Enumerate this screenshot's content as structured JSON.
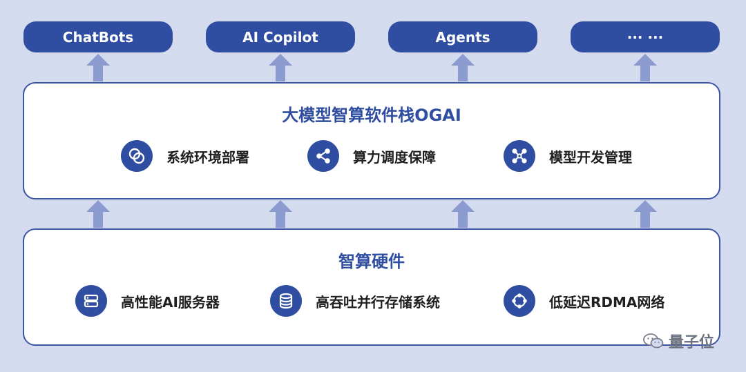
{
  "top_items": [
    {
      "label": "ChatBots"
    },
    {
      "label": "AI Copilot"
    },
    {
      "label": "Agents"
    },
    {
      "label": "··· ···"
    }
  ],
  "software_stack": {
    "title": "大模型智算软件栈OGAI",
    "items": [
      {
        "label": "系统环境部署",
        "icon": "overlapping-circles-icon"
      },
      {
        "label": "算力调度保障",
        "icon": "share-nodes-icon"
      },
      {
        "label": "模型开发管理",
        "icon": "network-nodes-icon"
      }
    ]
  },
  "hardware": {
    "title": "智算硬件",
    "items": [
      {
        "label": "高性能AI服务器",
        "icon": "server-icon"
      },
      {
        "label": "高吞吐并行存储系统",
        "icon": "database-icon"
      },
      {
        "label": "低延迟RDMA网络",
        "icon": "network-ring-icon"
      }
    ]
  },
  "watermark": {
    "text": "量子位",
    "icon": "wechat-icon"
  },
  "colors": {
    "primary": "#2f4ea1",
    "arrow": "#8b9bd0",
    "background": "#d5dbee",
    "panel": "#ffffff"
  }
}
